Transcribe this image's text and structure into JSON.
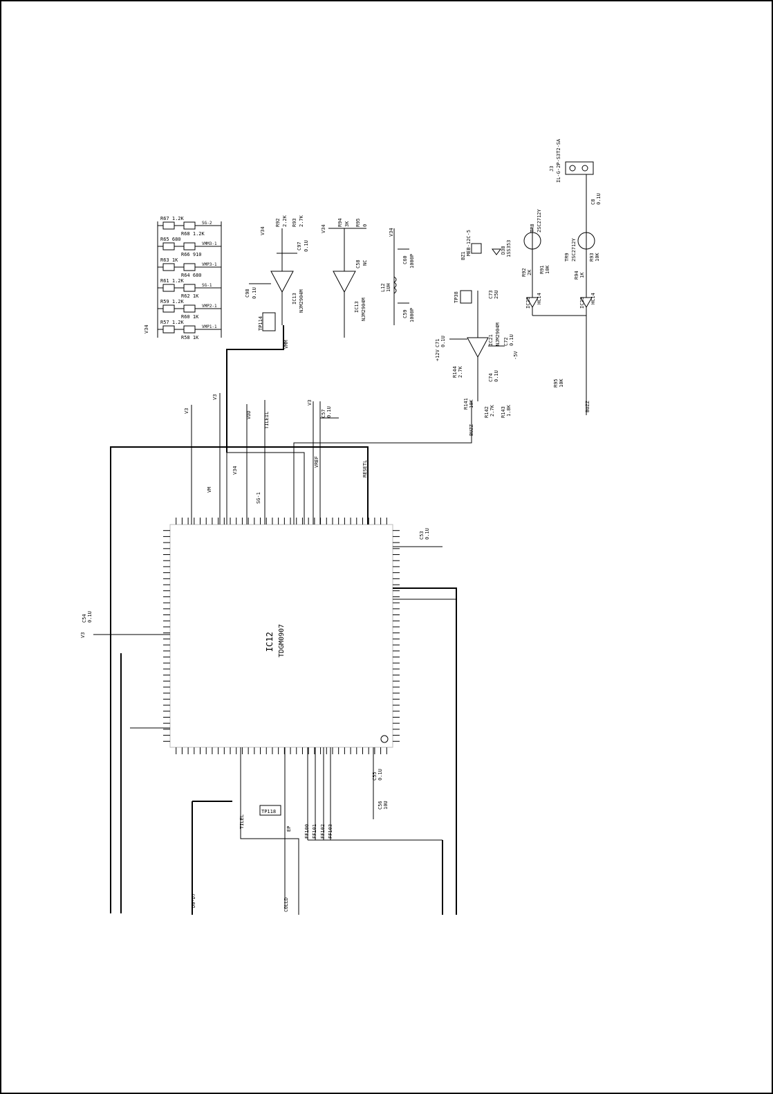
{
  "main_ic": {
    "ref": "IC12",
    "part": "TDGM0907"
  },
  "op_amps": [
    {
      "ref": "IC13",
      "part": "NJM2904M"
    },
    {
      "ref": "IC13",
      "part": "NJM2904M"
    },
    {
      "ref": "IC21",
      "part": "NJM2904M"
    }
  ],
  "inverters": [
    {
      "ref": "IC25",
      "part": "HC14"
    },
    {
      "ref": "IC25",
      "part": "HC14"
    }
  ],
  "transistors": [
    {
      "ref": "TR8",
      "part": "2SC2712Y"
    },
    {
      "ref": "TR9",
      "part": "2SC2712Y"
    }
  ],
  "connector": {
    "ref": "J3",
    "part": "IL-G-2P-S3T2-SA"
  },
  "buzzer": {
    "ref": "BZ1",
    "part": "MEB-12C-5"
  },
  "resistor_ladder": [
    {
      "ref": "R57",
      "value": "1.2K",
      "pair": "R58",
      "pair_value": "1K"
    },
    {
      "ref": "R59",
      "value": "1.2K",
      "pair": "R60",
      "pair_value": "1K"
    },
    {
      "ref": "R61",
      "value": "1.2K",
      "pair": "R62",
      "pair_value": "1K"
    },
    {
      "ref": "R63",
      "value": "1K",
      "pair": "R64",
      "pair_value": "680"
    },
    {
      "ref": "R65",
      "value": "680",
      "pair": "R66",
      "pair_value": "910"
    },
    {
      "ref": "R67",
      "value": "1.2K",
      "pair": "R68",
      "pair_value": "1.2K"
    }
  ],
  "ladder_signals": [
    "VMP1-1",
    "VMP2-1",
    "SG-1",
    "VMP3-1",
    "VMM3-1",
    "SG-2"
  ],
  "power": {
    "v3": "V3",
    "v34": "V34",
    "p12v": "+12V",
    "m5v": "-5V"
  },
  "net_labels": {
    "vmm": "VMM",
    "vdd": "VDD",
    "vm": "VM",
    "vref": "VREF",
    "sg1": "SG-1",
    "resetl": "RESETL",
    "tileil": "TILEIL",
    "buzz": "BUZZ",
    "cold": "COLLD",
    "tilel": "TILEL",
    "ep": "EP"
  },
  "components": {
    "r_top_a": {
      "ref": "R92",
      "value": "2.2K"
    },
    "r_top_b": {
      "ref": "R93",
      "value": "2.7K"
    },
    "c_top": {
      "ref": "C97",
      "value": "0.1U"
    },
    "c_left_top": {
      "ref": "C98",
      "value": "0.1U"
    },
    "r_mid_a": {
      "ref": "R94",
      "value": "3K"
    },
    "r_mid_b": {
      "ref": "R95",
      "value": "0"
    },
    "c_mid": {
      "ref": "C58",
      "value": "NC"
    },
    "l_mid": {
      "ref": "L12",
      "value": "1UH"
    },
    "c_l_a": {
      "ref": "C59",
      "value": "1000P"
    },
    "c_l_b": {
      "ref": "C60",
      "value": "1000P"
    },
    "c_op3_a": {
      "ref": "C71",
      "value": "0.1U"
    },
    "c_op3_b": {
      "ref": "C72",
      "value": "0.1U"
    },
    "c_op3_c": {
      "ref": "C74",
      "value": "0.1U"
    },
    "c_tp": {
      "ref": "C73",
      "value": "25U"
    },
    "r_op3_a": {
      "ref": "R142",
      "value": "2.7K"
    },
    "r_op3_b": {
      "ref": "R143",
      "value": "1.8K"
    },
    "r_op3_c": {
      "ref": "R141",
      "value": "10K"
    },
    "r_op3_d": {
      "ref": "R144",
      "value": "2.7K"
    },
    "diode": {
      "ref": "D38",
      "value": "1SS353"
    },
    "r_inv_a": {
      "ref": "R91",
      "value": "10K"
    },
    "r_inv_b": {
      "ref": "R92",
      "value": "2K"
    },
    "r_inv_c": {
      "ref": "R93",
      "value": "10K"
    },
    "r_inv_d": {
      "ref": "R94",
      "value": "1K"
    },
    "r_inv_e": {
      "ref": "R95",
      "value": "10K"
    },
    "c_conn": {
      "ref": "C8",
      "value": "0.1U"
    },
    "c_right": {
      "ref": "C53",
      "value": "0.1U"
    },
    "c_left": {
      "ref": "C54",
      "value": "0.1U"
    },
    "c_bottom_a": {
      "ref": "C55",
      "value": "0.1U"
    },
    "c_bottom_b": {
      "ref": "C56",
      "value": "10U"
    },
    "c_vcc": {
      "ref": "C57",
      "value": "0.1U"
    }
  },
  "test_points": [
    "TP114",
    "TP118",
    "TP38"
  ],
  "bottom_buses": [
    "D0-D7",
    "FF100",
    "FF101",
    "FF102",
    "FF103"
  ]
}
